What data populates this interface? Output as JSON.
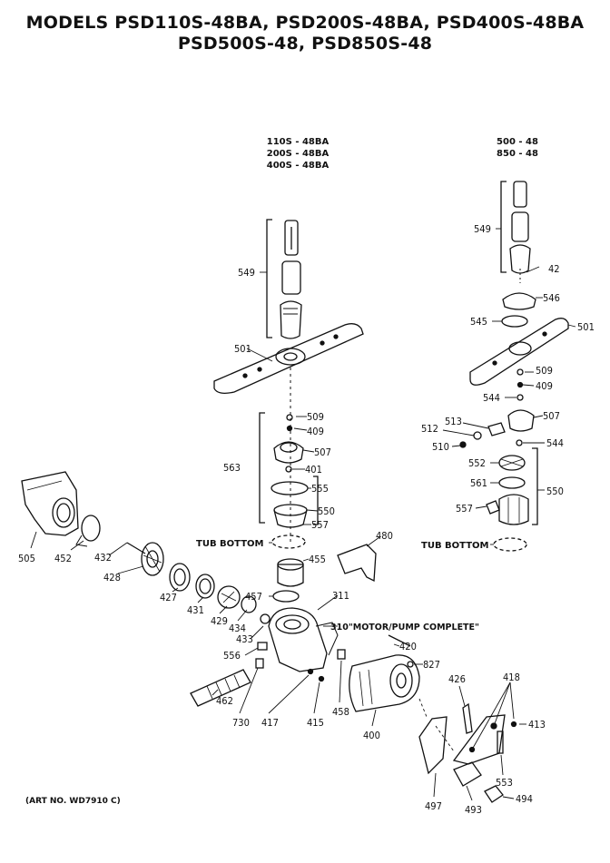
{
  "title_line1": "MODELS PSD110S-48BA, PSD200S-48BA, PSD400S-48BA",
  "title_line2": "PSD500S-48, PSD850S-48",
  "variant_left": [
    "110S - 48BA",
    "200S - 48BA",
    "400S - 48BA"
  ],
  "variant_right": [
    "500 - 48",
    "850 - 48"
  ],
  "art_no": "(ART NO. WD7910 C)",
  "labels": {
    "l549a": "549",
    "l501a": "501",
    "l509a": "509",
    "l409a": "409",
    "l563": "563",
    "l507a": "507",
    "l401": "401",
    "l555": "555",
    "l550a": "550",
    "l557a": "557",
    "tub_left": "TUB BOTTOM",
    "l455": "455",
    "l480": "480",
    "l457": "457",
    "l311": "311",
    "motor": "310\"MOTOR/PUMP COMPLETE\"",
    "l420": "420",
    "l827": "827",
    "l433": "433",
    "l556": "556",
    "l434": "434",
    "l429": "429",
    "l431": "431",
    "l427": "427",
    "l428": "428",
    "l432": "432",
    "l452": "452",
    "l505": "505",
    "l462": "462",
    "l730": "730",
    "l417": "417",
    "l415": "415",
    "l458": "458",
    "l400": "400",
    "l426": "426",
    "l418": "418",
    "l413": "413",
    "l553": "553",
    "l497": "497",
    "l493": "493",
    "l494": "494",
    "l549b": "549",
    "l42": "42",
    "l546": "546",
    "l545": "545",
    "l501b": "501",
    "l509b": "509",
    "l409b": "409",
    "l544a": "544",
    "l507b": "507",
    "l513": "513",
    "l512": "512",
    "l510": "510",
    "l544b": "544",
    "l552": "552",
    "l561": "561",
    "l557b": "557",
    "l550b": "550",
    "tub_right": "TUB BOTTOM"
  }
}
